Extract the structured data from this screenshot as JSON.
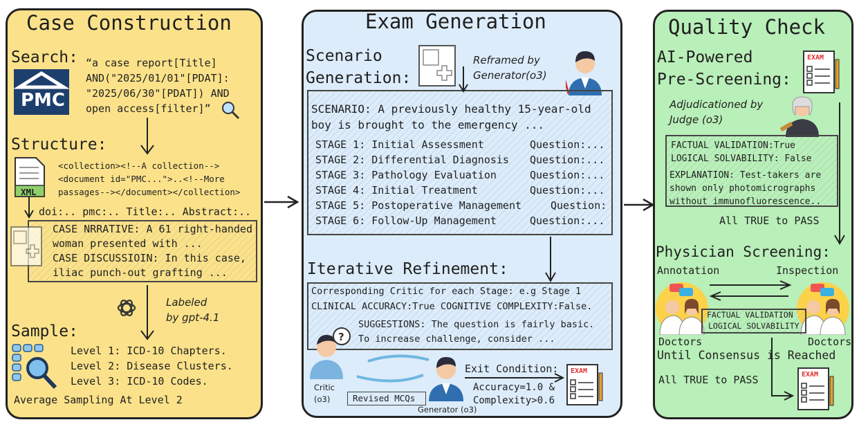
{
  "case_construction": {
    "title": "Case Construction",
    "search_label": "Search:",
    "pmc_logo": "PMC",
    "query": [
      "“a case report[Title]",
      "AND(\"2025/01/01\"[PDAT]:",
      "\"2025/06/30\"[PDAT]) AND",
      "open access[filter]”"
    ],
    "structure_label": "Structure:",
    "xml_badge": "XML",
    "xml_snippet": [
      "<collection><!--A collection-->",
      "<document id=\"PMC...\">..<!--More",
      "passages--></document></collection>"
    ],
    "fields": "doi:.. pmc:.. Title:.. Abstract:..",
    "case_lines": [
      "CASE NRRATIVE: A 61 right-handed",
      "woman presented with ...",
      "CASE DISCUSSIOIN: In this case,",
      "iliac punch-out grafting ..."
    ],
    "labeled_by": [
      "Labeled",
      "by gpt-4.1"
    ],
    "sample_label": "Sample:",
    "levels": [
      "Level 1: ICD-10 Chapters.",
      "Level 2: Disease Clusters.",
      "Level 3: ICD-10 Codes."
    ],
    "average_sampling": "Average Sampling At Level 2"
  },
  "exam_generation": {
    "title": "Exam Generation",
    "scenario_label": [
      "Scenario",
      "Generation:"
    ],
    "reframed": [
      "Reframed by",
      "Generator(o3)"
    ],
    "scenario_text": [
      "SCENARIO: A previously healthy 15-year-old",
      "boy is brought to the emergency ..."
    ],
    "stages": [
      {
        "label": "STAGE 1: Initial Assessment",
        "q": "Question:..."
      },
      {
        "label": "STAGE 2: Differential Diagnosis",
        "q": "Question:..."
      },
      {
        "label": "STAGE 3: Pathology Evaluation",
        "q": "Question:..."
      },
      {
        "label": "STAGE 4: Initial Treatment",
        "q": "Question:..."
      },
      {
        "label": "STAGE 5: Postoperative Management",
        "q": "Question:"
      },
      {
        "label": "STAGE 6: Follow-Up Management",
        "q": "Question:..."
      }
    ],
    "refinement_label": "Iterative Refinement:",
    "critic_lines": [
      "Corresponding Critic for each Stage: e.g Stage 1",
      "CLINICAL ACCURACY:True    COGNITIVE COMPLEXITY:False."
    ],
    "suggestions": [
      "SUGGESTIONS: The question is fairly basic.",
      "To increase challenge, consider ..."
    ],
    "critic_label": [
      "Critic",
      "(o3)"
    ],
    "revised": "Revised MCQs",
    "generator_label": "Generator (o3)",
    "exit_condition": "Exit Condition:",
    "exit_values": [
      "Accuracy=1.0 &",
      "Complexity>0.6"
    ],
    "exam_badge": "EXAM"
  },
  "quality_check": {
    "title": "Quality Check",
    "ai_label": [
      "AI-Powered",
      "Pre-Screening:"
    ],
    "adjudicated": [
      "Adjudicationed by",
      "Judge (o3)"
    ],
    "validation": [
      "FACTUAL VALIDATION:True",
      "LOGICAL SOLVABILITY: False"
    ],
    "explanation": [
      "EXPLANATION: Test-takers are",
      "shown only photomicrographs",
      "without immunofluorescence.."
    ],
    "all_true_1": "All TRUE to PASS",
    "physician_label": "Physician Screening:",
    "annotation": "Annotation",
    "inspection": "Inspection",
    "center_text": [
      "FACTUAL VALIDATION",
      "LOGICAL SOLVABILITY"
    ],
    "doctors_left": "Doctors",
    "doctors_right": "Doctors",
    "consensus": "Until Consensus is Reached",
    "all_true_2": "All TRUE to PASS",
    "exam_badge": "EXAM"
  },
  "colors": {
    "yellow_panel": "#fbe28a",
    "blue_panel": "#dcecfa",
    "green_panel": "#b9efb9",
    "pmc_blue": "#1d3f6e",
    "exam_red": "#e03030"
  }
}
